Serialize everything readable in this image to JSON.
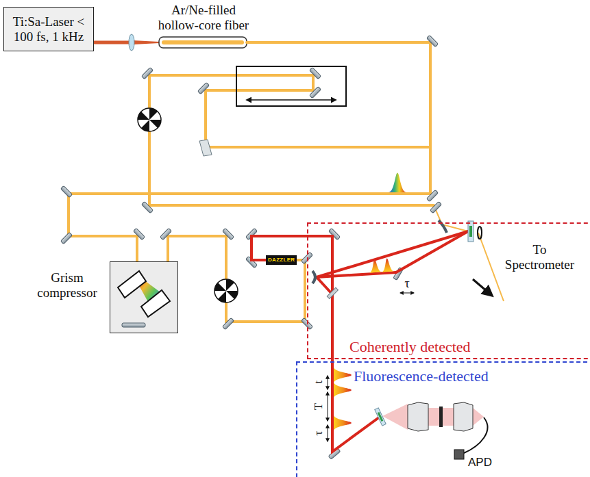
{
  "diagram": {
    "nodes": [
      {
        "text": [
          "Ti:Sa-Laser < 100 fs, 1 kHz"
        ]
      },
      {
        "text": [
          "Grism compressor"
        ]
      },
      {
        "text": [
          "DAZZLER"
        ]
      },
      {
        "text": [
          "Coherently detected"
        ]
      },
      {
        "text": [
          "Fluorescence-detected"
        ]
      }
    ],
    "labels": [
      "Ar/Ne-filled hollow-core fiber",
      "To Spectrometer",
      "τ",
      "t",
      "T",
      "τ",
      "APD"
    ]
  }
}
